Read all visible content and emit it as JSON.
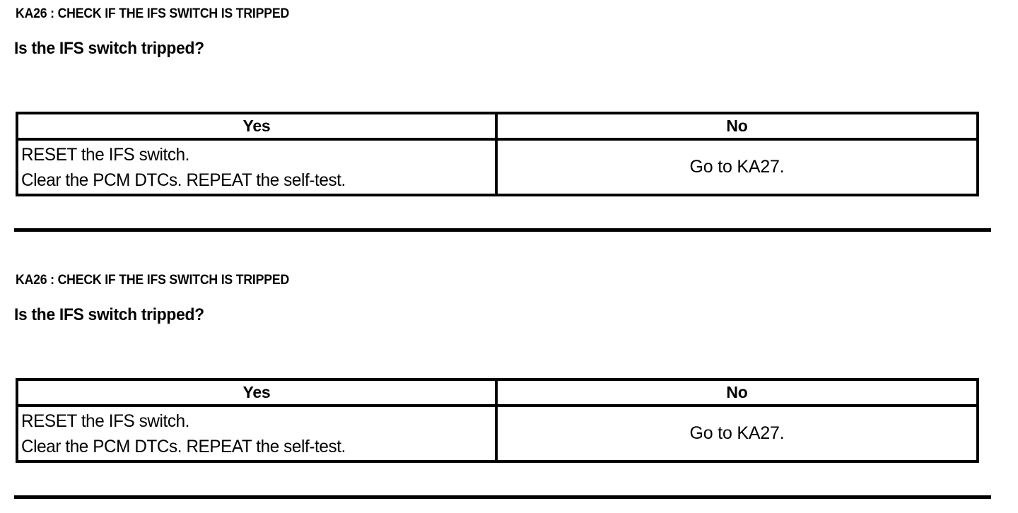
{
  "document": {
    "type": "diagnostic-pinpoint-test",
    "background_color": "#ffffff",
    "text_color": "#000000"
  },
  "blocks": [
    {
      "step_title": "KA26 : CHECK IF THE IFS SWITCH IS TRIPPED",
      "question": "Is the IFS switch tripped?",
      "table": {
        "headers": [
          "Yes",
          "No"
        ],
        "yes_actions": [
          "RESET the IFS switch.",
          "Clear the PCM DTCs. REPEAT the self-test."
        ],
        "no_action": "Go to KA27."
      }
    },
    {
      "step_title": "KA26 : CHECK IF THE IFS SWITCH IS TRIPPED",
      "question": "Is the IFS switch tripped?",
      "table": {
        "headers": [
          "Yes",
          "No"
        ],
        "yes_actions": [
          "RESET the IFS switch.",
          "Clear the PCM DTCs. REPEAT the self-test."
        ],
        "no_action": "Go to KA27."
      }
    }
  ]
}
